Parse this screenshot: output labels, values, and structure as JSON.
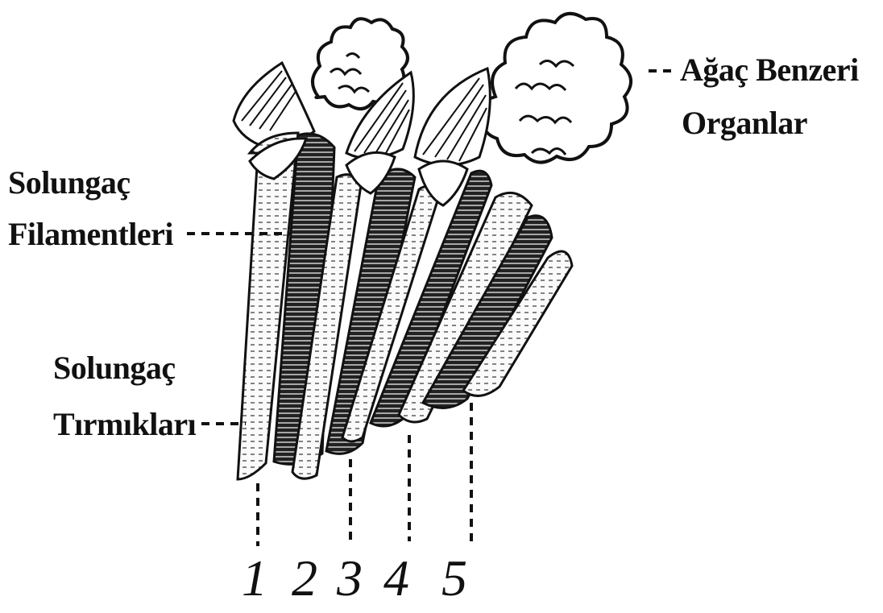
{
  "labels": {
    "tree_organs": [
      "Ağaç Benzeri",
      "Organlar"
    ],
    "gill_filaments": [
      "Solungaç",
      "Filamentleri"
    ],
    "gill_rakers": [
      "Solungaç",
      "Tırmıkları"
    ]
  },
  "arch_numbers": [
    "1",
    "2",
    "3",
    "4",
    "5"
  ]
}
